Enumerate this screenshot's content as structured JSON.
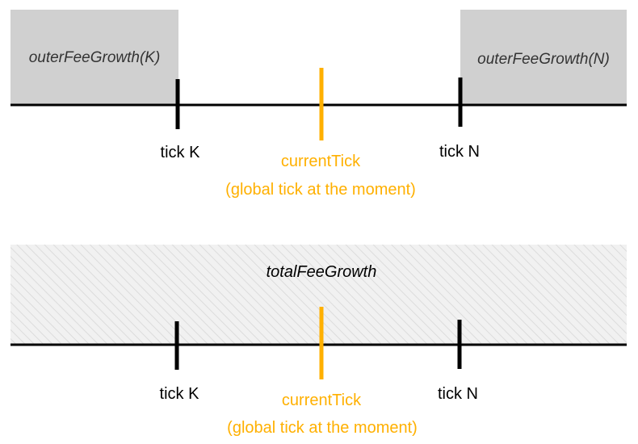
{
  "top_panel": {
    "left_region_label": "outerFeeGrowth(K)",
    "right_region_label": "outerFeeGrowth(N)",
    "tick_k_label": "tick K",
    "tick_n_label": "tick N",
    "current_tick_label": "currentTick",
    "current_tick_note": "(global tick at the moment)"
  },
  "bottom_panel": {
    "region_label": "totalFeeGrowth",
    "tick_k_label": "tick K",
    "tick_n_label": "tick N",
    "current_tick_label": "currentTick",
    "current_tick_note": "(global tick at the moment)"
  },
  "colors": {
    "region_fill": "#d0d0d0",
    "hatch_background": "#f1f1f1",
    "hatch_line": "#dcdcdc",
    "axis": "#000000",
    "current_tick": "#ffb000",
    "region_text": "#333333"
  }
}
